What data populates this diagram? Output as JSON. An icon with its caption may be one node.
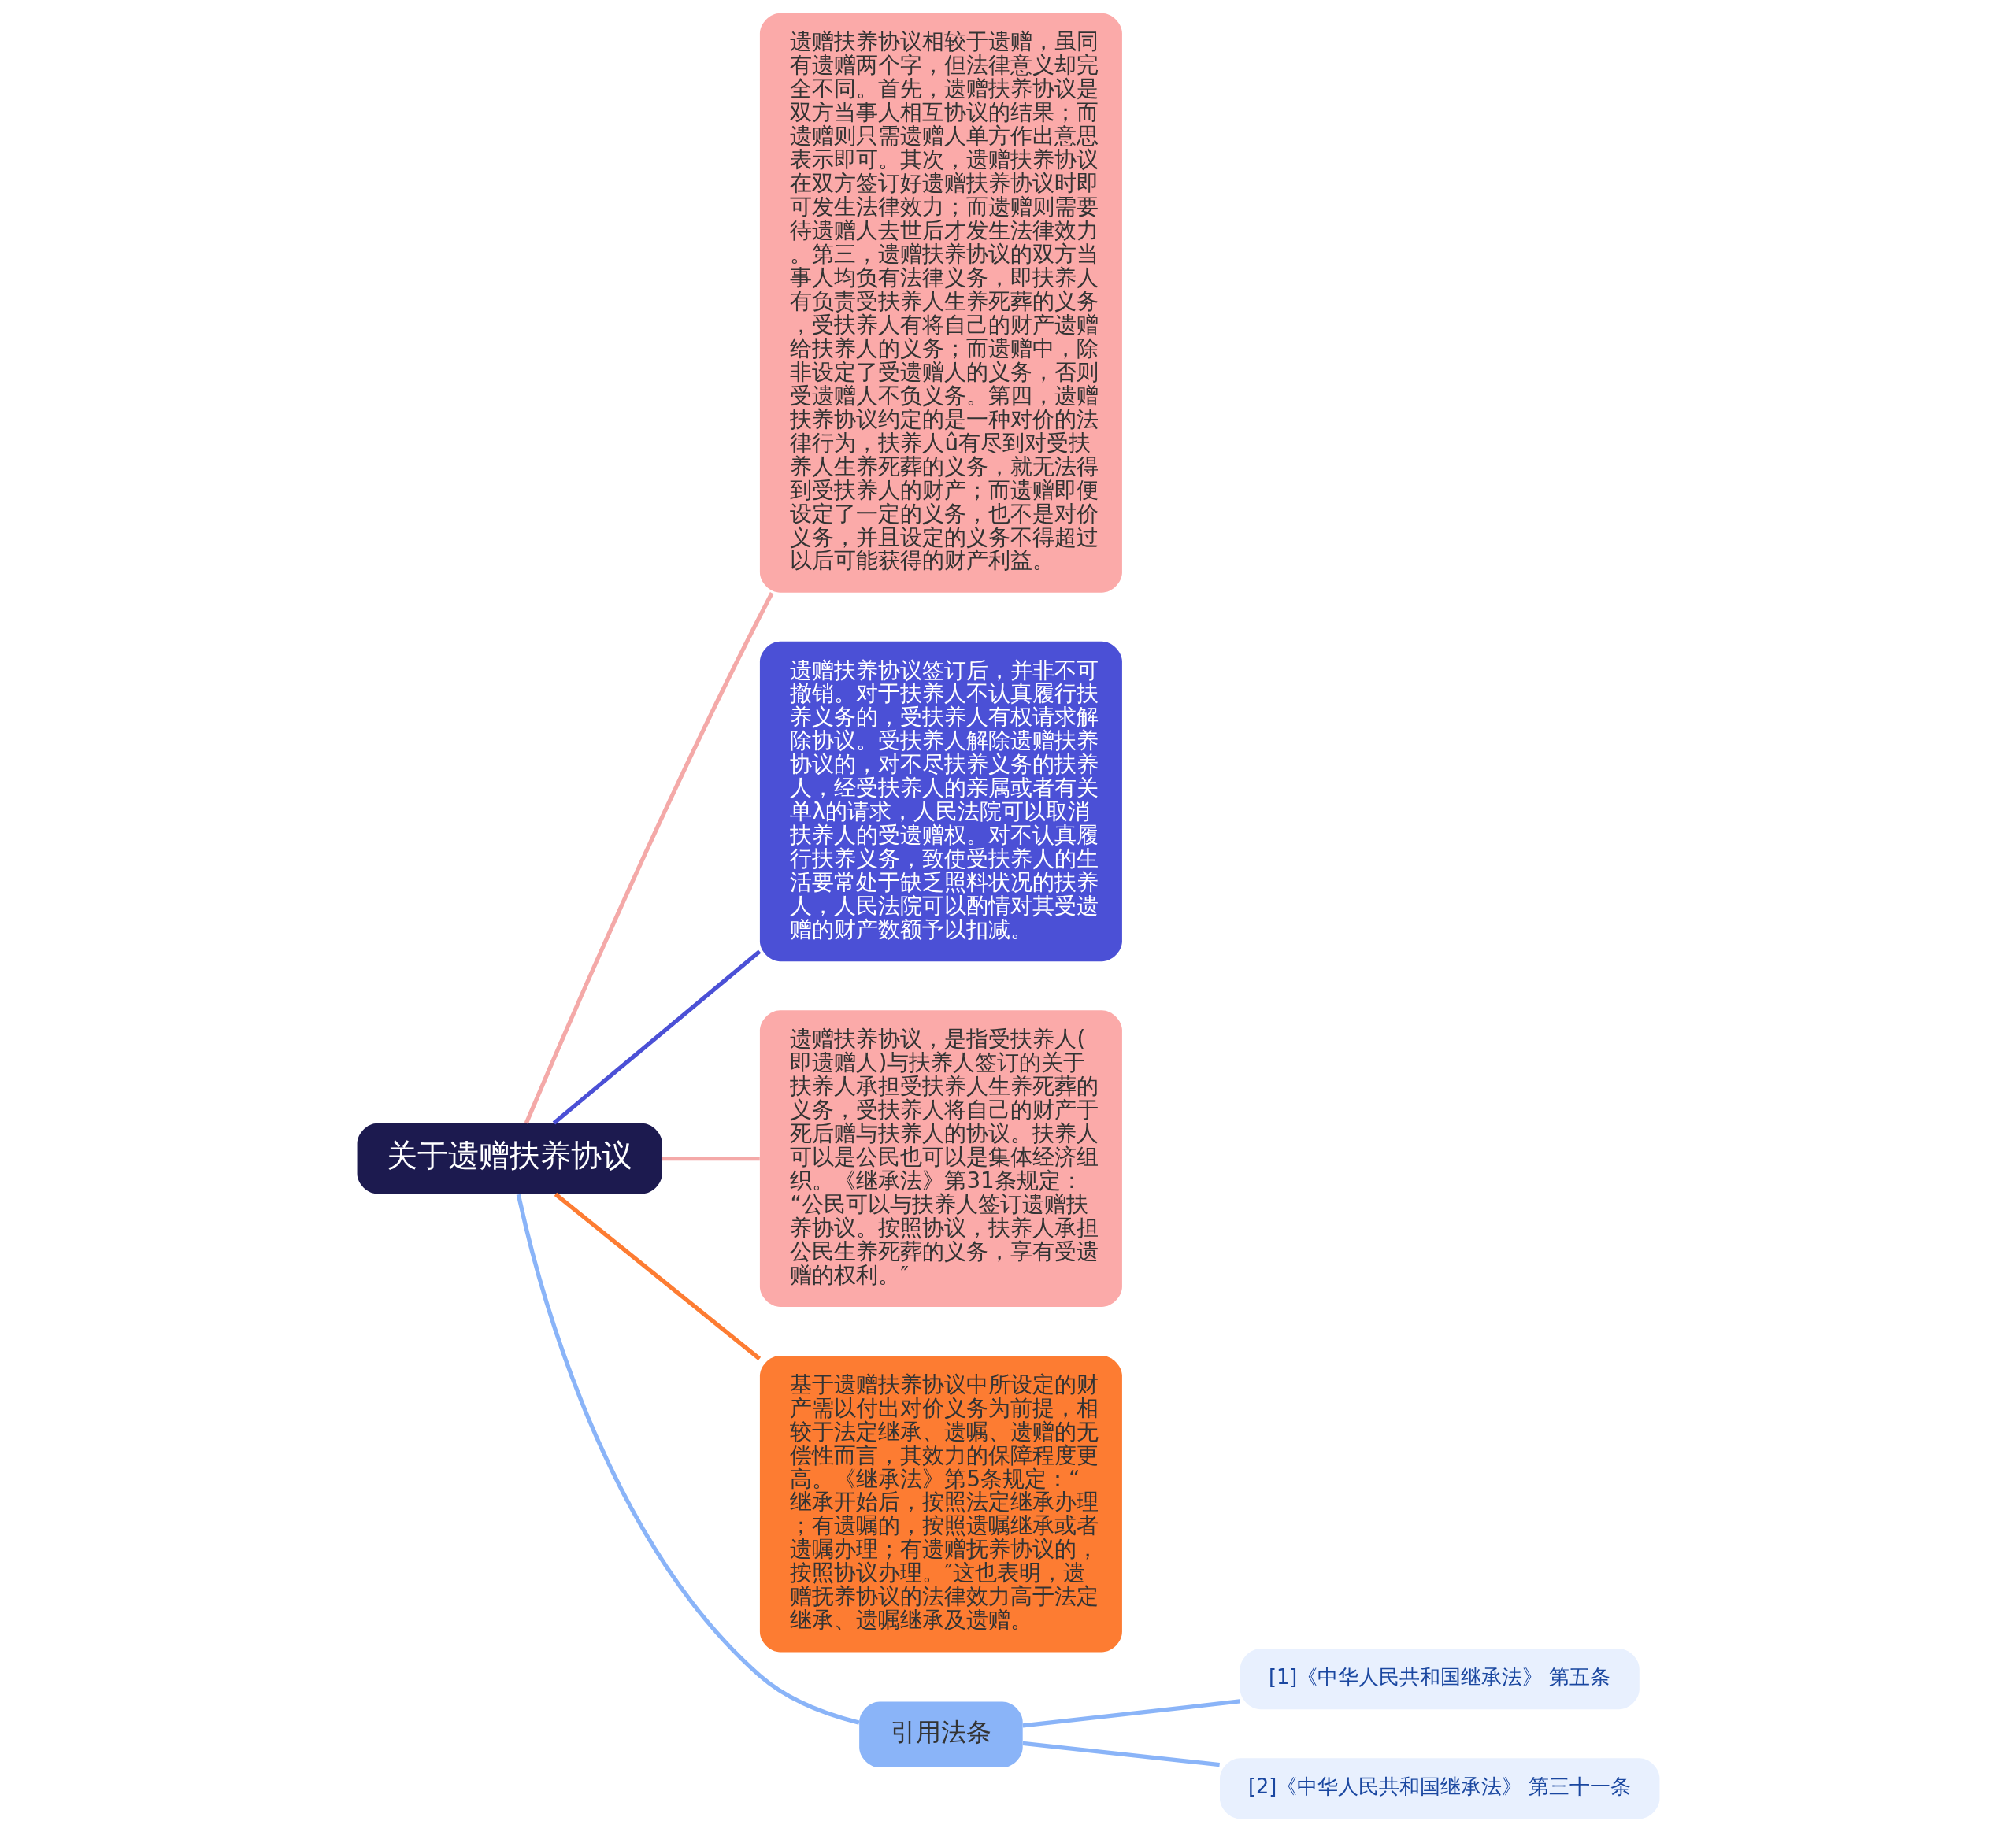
{
  "diagram": {
    "nodes": [
      {
        "text": [
          "关于遗赠扶养协议"
        ]
      },
      {
        "text": [
          "遗赠扶养协议相较于遗赠，虽同有遗赠两个字，但法律意义却完全不同。首先，遗赠扶养协议是双方当事人相互协议的结果；而遗赠则只需遗赠人单方作出意思表示即可。其次，遗赠扶养协议在双方签订好遗赠扶养协议时即可发生法律效力；而遗赠则需要待遗赠人去世后才发生法律效力。第三，遗赠扶养协议的双方当事人均负有法律义务，即扶养人有负责受扶养人生养死葬的义务，受扶养人有将自己的财产遗赠给扶养人的义务；而遗赠中，除非设定了受遗赠人的义务，否则受遗赠人不负义务。第四，遗赠扶养协议约定的是一种对价的法律行为，扶养人û有尽到对受扶养人生养死葬的义务，就无法得到受扶养人的财产；而遗赠即便设定了一定的义务，也不是对价义务，并且设定的义务不得超过以后可能获得的财产利益。"
        ]
      },
      {
        "text": [
          "遗赠扶养协议签订后，并非不可撤销。对于扶养人不认真履行扶养义务的，受扶养人有权请求解除协议。受扶养人解除遗赠扶养协议的，对不尽扶养义务的扶养人，经受扶养人的亲属或者有关单λ的请求，人民法院可以取消扶养人的受遗赠权。对不认真履行扶养义务，致使受扶养人的生活要常处于缺乏照料状况的扶养人，人民法院可以酌情对其受遗赠的财产数额予以扣减。"
        ]
      },
      {
        "text": [
          "遗赠扶养协议，是指受扶养人(即遗赠人)与扶养人签订的关于扶养人承担受扶养人生养死葬的义务，受扶养人将自己的财产于死后赠与扶养人的协议。扶养人可以是公民也可以是集体经济组织。《继承法》第31条规定：“公民可以与扶养人签订遗赠扶养协议。按照协议，扶养人承担公民生养死葬的义务，享有受遗赠的权利。″"
        ]
      },
      {
        "text": [
          "基于遗赠扶养协议中所设定的财产需以付出对价义务为前提，相较于法定继承、遗嘱、遗赠的无偿性而言，其效力的保障程度更高。《继承法》第5条规定：“继承开始后，按照法定继承办理；有遗嘱的，按照遗嘱继承或者遗嘱办理；有遗赠抚养协议的，按照协议办理。″这也表明，遗赠抚养协议的法律效力高于法定继承、遗嘱继承及遗赠。"
        ]
      },
      {
        "text": [
          "引用法条"
        ]
      },
      {
        "text": [
          "[1]《中华人民共和国继承法》 第五条"
        ]
      },
      {
        "text": [
          "[2]《中华人民共和国继承法》 第三十一条"
        ]
      }
    ],
    "edges": [
      {
        "from": 0,
        "to": 1,
        "arrow": "none",
        "color": "#f4a9a8"
      },
      {
        "from": 0,
        "to": 2,
        "arrow": "none",
        "color": "#4b50d6"
      },
      {
        "from": 0,
        "to": 3,
        "arrow": "none",
        "color": "#f4a9a8"
      },
      {
        "from": 0,
        "to": 4,
        "arrow": "none",
        "color": "#fd7c32"
      },
      {
        "from": 0,
        "to": 5,
        "arrow": "none",
        "color": "#8ab4f8"
      },
      {
        "from": 5,
        "to": 6,
        "arrow": "none",
        "color": "#8ab4f8"
      },
      {
        "from": 5,
        "to": 7,
        "arrow": "none",
        "color": "#8ab4f8"
      }
    ]
  }
}
